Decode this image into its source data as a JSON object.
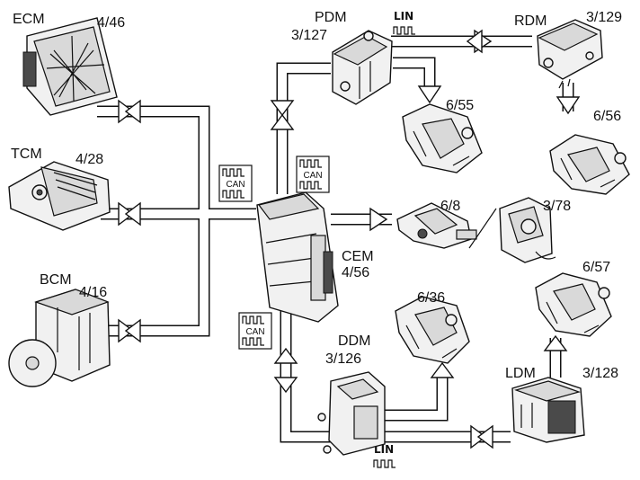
{
  "modules": {
    "ecm": {
      "name": "ECM",
      "ref": "4/46"
    },
    "tcm": {
      "name": "TCM",
      "ref": "4/28"
    },
    "bcm": {
      "name": "BCM",
      "ref": "4/16"
    },
    "pdm": {
      "name": "PDM",
      "ref": "3/127"
    },
    "rdm": {
      "name": "RDM",
      "ref": "3/129"
    },
    "cem": {
      "name": "CEM",
      "ref": "4/56"
    },
    "ddm": {
      "name": "DDM",
      "ref": "3/126"
    },
    "ldm": {
      "name": "LDM",
      "ref": "3/128"
    }
  },
  "components": {
    "lock_pdm": "6/55",
    "lock_rdm": "6/56",
    "tailgate": "6/8",
    "tailgate_switch": "3/78",
    "lock_ddm": "6/36",
    "lock_ldm": "6/57"
  },
  "bus_labels": {
    "can_1": "CAN",
    "can_2": "CAN",
    "can_3": "CAN",
    "lin_top": "LIN",
    "lin_bottom": "LIN"
  },
  "colors": {
    "line": "#111111",
    "fill": "#ffffff"
  }
}
